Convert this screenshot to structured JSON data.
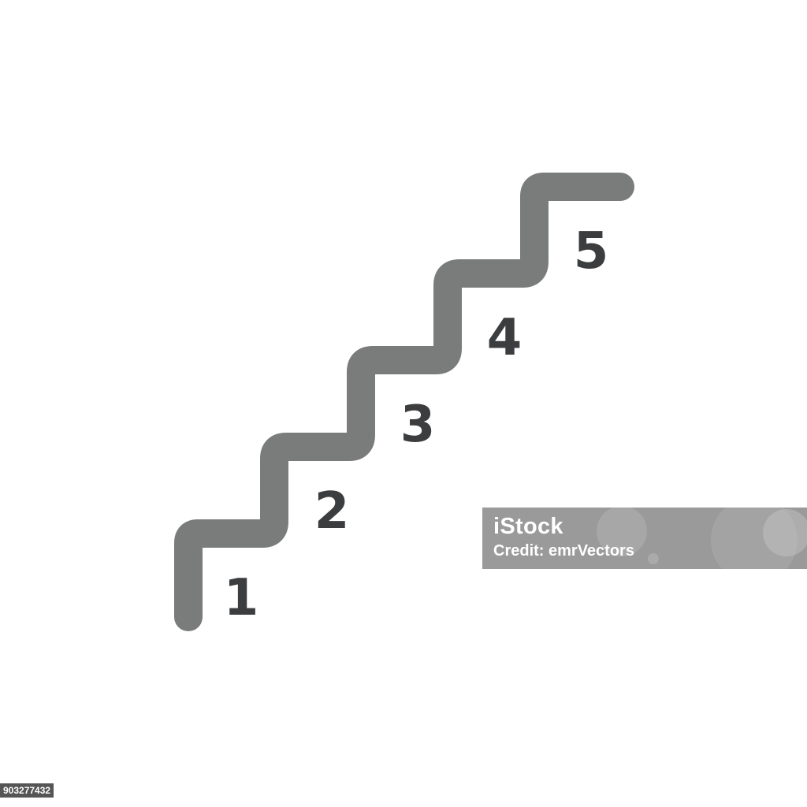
{
  "colors": {
    "background": "#ffffff",
    "stair_stroke": "#7a7c7b",
    "numbers": "#3b3d3f",
    "watermark_bg": "#9a9a9a",
    "watermark_text": "#ffffff"
  },
  "icons": {
    "stairs": "staircase-icon"
  },
  "steps": [
    {
      "label": "1"
    },
    {
      "label": "2"
    },
    {
      "label": "3"
    },
    {
      "label": "4"
    },
    {
      "label": "5"
    }
  ],
  "watermark": {
    "brand": "iStock",
    "credit": "Credit: emrVectors"
  },
  "image_id": "903277432"
}
